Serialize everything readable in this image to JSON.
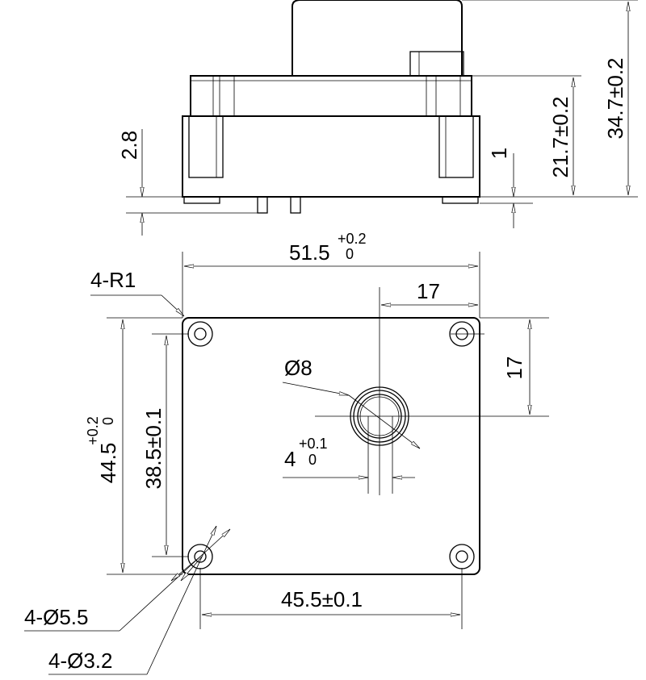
{
  "dimensions": {
    "total_height": "34.7±0.2",
    "body_height": "21.7±0.2",
    "base_thickness": "2.8",
    "pin_length": "1",
    "width_main": "51.5",
    "width_tol_upper": "+0.2",
    "width_tol_lower": "0",
    "corner_radius": "4-R1",
    "shaft_offset_x": "17",
    "shaft_offset_y": "17",
    "shaft_diameter": "Ø8",
    "flat_main": "4",
    "flat_tol_upper": "+0.1",
    "flat_tol_lower": "0",
    "height_main": "44.5",
    "height_tol_upper": "+0.2",
    "height_tol_lower": "0",
    "hole_spacing_v": "38.5±0.1",
    "hole_spacing_h": "45.5±0.1",
    "outer_hole": "4-Ø5.5",
    "inner_hole": "4-Ø3.2"
  }
}
